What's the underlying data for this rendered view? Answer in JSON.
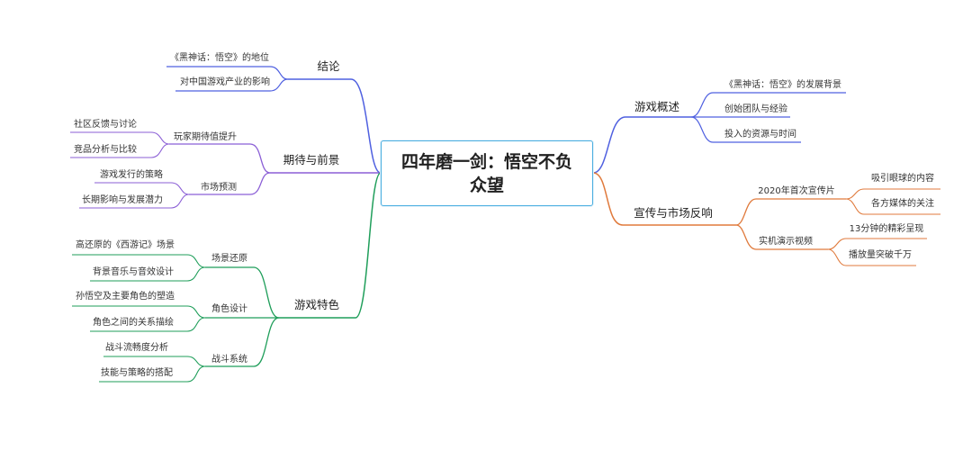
{
  "root": {
    "title": "四年磨一剑：悟空不负众望"
  },
  "colors": {
    "blue": "#4f60e0",
    "purple": "#8b5fd6",
    "green": "#1f9e5a",
    "orange": "#e07a3c",
    "root_border": "#4aaee0"
  },
  "branches": {
    "conclusion": {
      "label": "结论",
      "children": [
        "《黑神话：悟空》的地位",
        "对中国游戏产业的影响"
      ]
    },
    "expectation": {
      "label": "期待与前景",
      "player": {
        "label": "玩家期待值提升",
        "children": [
          "社区反馈与讨论",
          "竞品分析与比较"
        ]
      },
      "market": {
        "label": "市场预测",
        "children": [
          "游戏发行的策略",
          "长期影响与发展潜力"
        ]
      }
    },
    "features": {
      "label": "游戏特色",
      "scene": {
        "label": "场景还原",
        "children": [
          "高还原的《西游记》场景",
          "背景音乐与音效设计"
        ]
      },
      "character": {
        "label": "角色设计",
        "children": [
          "孙悟空及主要角色的塑造",
          "角色之间的关系描绘"
        ]
      },
      "combat": {
        "label": "战斗系统",
        "children": [
          "战斗流畅度分析",
          "技能与策略的搭配"
        ]
      }
    },
    "overview": {
      "label": "游戏概述",
      "children": [
        "《黑神话：悟空》的发展背景",
        "创始团队与经验",
        "投入的资源与时间"
      ]
    },
    "promo": {
      "label": "宣传与市场反响",
      "trailer": {
        "label": "2020年首次宣传片",
        "children": [
          "吸引眼球的内容",
          "各方媒体的关注"
        ]
      },
      "demo": {
        "label": "实机演示视频",
        "children": [
          "13分钟的精彩呈现",
          "播放量突破千万"
        ]
      }
    }
  }
}
